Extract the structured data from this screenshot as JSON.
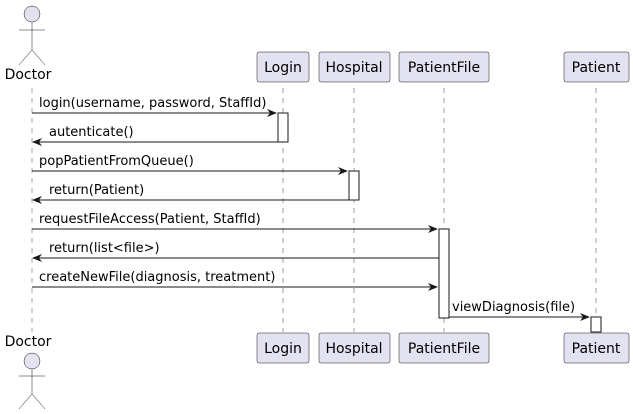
{
  "diagram": {
    "participants": [
      {
        "id": "doctor",
        "label": "Doctor",
        "kind": "actor"
      },
      {
        "id": "login",
        "label": "Login",
        "kind": "participant"
      },
      {
        "id": "hospital",
        "label": "Hospital",
        "kind": "participant"
      },
      {
        "id": "patientfile",
        "label": "PatientFile",
        "kind": "participant"
      },
      {
        "id": "patient",
        "label": "Patient",
        "kind": "participant"
      }
    ],
    "messages": [
      {
        "from": "doctor",
        "to": "login",
        "label": "login(username, password, StaffId)"
      },
      {
        "from": "login",
        "to": "doctor",
        "label": "autenticate()"
      },
      {
        "from": "doctor",
        "to": "hospital",
        "label": "popPatientFromQueue()"
      },
      {
        "from": "hospital",
        "to": "doctor",
        "label": "return(Patient)"
      },
      {
        "from": "doctor",
        "to": "patientfile",
        "label": "requestFileAccess(Patient, StaffId)"
      },
      {
        "from": "patientfile",
        "to": "doctor",
        "label": "return(list<file>)"
      },
      {
        "from": "doctor",
        "to": "patientfile",
        "label": "createNewFile(diagnosis, treatment)"
      },
      {
        "from": "patientfile",
        "to": "patient",
        "label": "viewDiagnosis(file)"
      }
    ],
    "colors": {
      "participant_fill": "#e2e2f0",
      "border": "#181818",
      "lifeline": "#a0a0a0"
    }
  }
}
